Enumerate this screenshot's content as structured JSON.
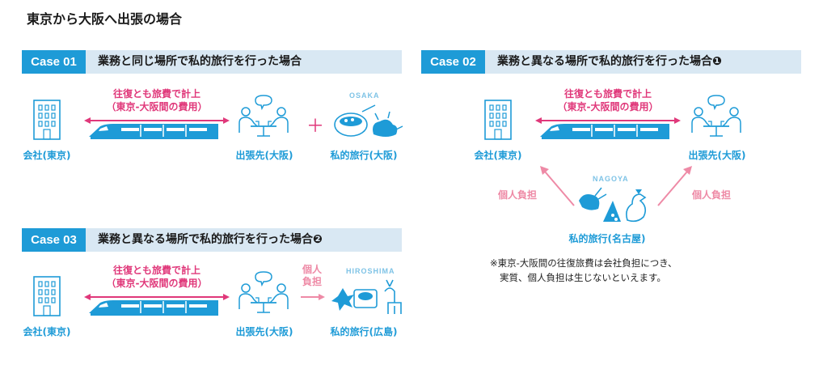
{
  "title": "東京から大阪へ出張の場合",
  "cases": [
    {
      "tag": "Case 01",
      "heading": "業務と同じ場所で私的旅行を行った場合",
      "route_line1": "往復とも旅費で計上",
      "route_line2": "（東京-大阪間の費用）",
      "office_label": "会社(東京)",
      "trip_label": "出張先(大阪)",
      "private_label": "私的旅行(大阪)",
      "city": "OSAKA",
      "plus": "＋"
    },
    {
      "tag": "Case 02",
      "heading": "業務と異なる場所で私的旅行を行った場合",
      "heading_marker": "❶",
      "route_line1": "往復とも旅費で計上",
      "route_line2": "（東京-大阪間の費用）",
      "office_label": "会社(東京)",
      "trip_label": "出張先(大阪)",
      "private_label": "私的旅行(名古屋)",
      "city": "NAGOYA",
      "left_burden": "個人負担",
      "right_burden": "個人負担",
      "note_line1": "※東京-大阪間の往復旅費は会社負担につき、",
      "note_line2": "実質、個人負担は生じないといえます。"
    },
    {
      "tag": "Case 03",
      "heading": "業務と異なる場所で私的旅行を行った場合",
      "heading_marker": "❷",
      "route_line1": "往復とも旅費で計上",
      "route_line2": "（東京-大阪間の費用）",
      "office_label": "会社(東京)",
      "trip_label": "出張先(大阪)",
      "private_label": "私的旅行(広島)",
      "city": "HIROSHIMA",
      "burden_line1": "個人",
      "burden_line2": "負担"
    }
  ],
  "colors": {
    "accent_blue": "#1e9bd7",
    "header_bg": "#d9e8f3",
    "arrow_pink": "#e0387a",
    "light_pink": "#ee8aa6"
  }
}
